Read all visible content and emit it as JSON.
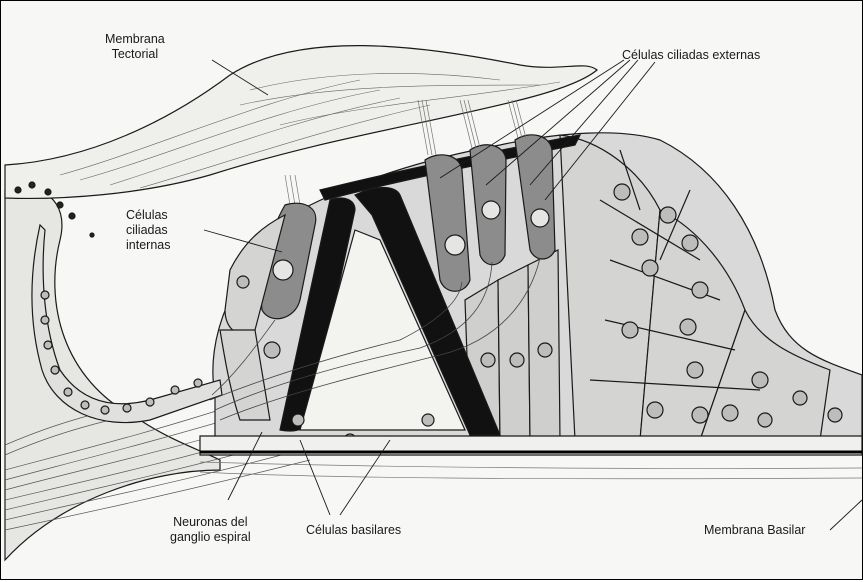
{
  "labels": {
    "membrana_tectorial": [
      "Membrana",
      "Tectorial"
    ],
    "celulas_ciliadas_externas": "Células ciliadas externas",
    "celulas_ciliadas_internas": [
      "Células",
      "ciliadas",
      "internas"
    ],
    "neuronas": [
      "Neuronas del",
      "ganglio espiral"
    ],
    "celulas_basilares": "Células basilares",
    "membrana_basilar": "Membrana Basilar"
  },
  "colors": {
    "background": "#f7f7f5",
    "cell_fill": "#d9d9d9",
    "hair_cell_fill": "#8c8c8c",
    "pillar_fill": "#111111",
    "line": "#1a1a1a"
  }
}
